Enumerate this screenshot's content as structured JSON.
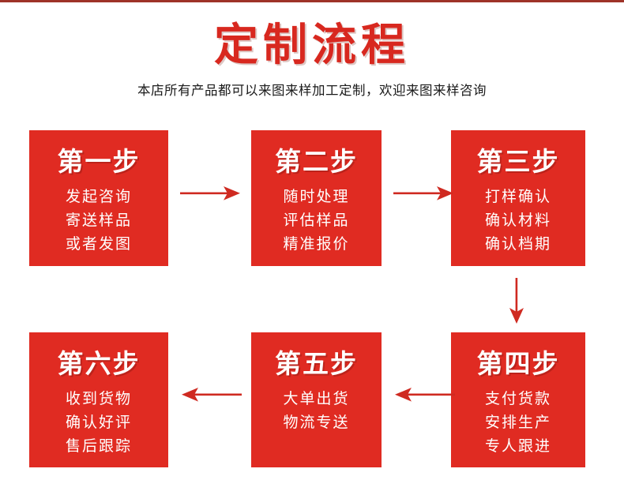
{
  "header": {
    "title": "定制流程",
    "subtitle": "本店所有产品都可以来图来样加工定制，欢迎来图来样咨询"
  },
  "colors": {
    "brand_red": "#e02b22",
    "title_red": "#d8281f",
    "arrow_red": "#cf2a21",
    "top_rule": "#9e3328",
    "background": "#ffffff",
    "text_on_red": "#ffffff"
  },
  "steps": [
    {
      "id": "step-1",
      "title": "第一步",
      "lines": [
        "发起咨询",
        "寄送样品",
        "或者发图"
      ]
    },
    {
      "id": "step-2",
      "title": "第二步",
      "lines": [
        "随时处理",
        "评估样品",
        "精准报价"
      ]
    },
    {
      "id": "step-3",
      "title": "第三步",
      "lines": [
        "打样确认",
        "确认材料",
        "确认档期"
      ]
    },
    {
      "id": "step-4",
      "title": "第四步",
      "lines": [
        "支付货款",
        "安排生产",
        "专人跟进"
      ]
    },
    {
      "id": "step-5",
      "title": "第五步",
      "lines": [
        "大单出货",
        "物流专送"
      ]
    },
    {
      "id": "step-6",
      "title": "第六步",
      "lines": [
        "收到货物",
        "确认好评",
        "售后跟踪"
      ]
    }
  ],
  "arrows": [
    {
      "id": "arrow-1-2",
      "direction": "right",
      "from": "step-1",
      "to": "step-2"
    },
    {
      "id": "arrow-2-3",
      "direction": "right",
      "from": "step-2",
      "to": "step-3"
    },
    {
      "id": "arrow-3-4",
      "direction": "down",
      "from": "step-3",
      "to": "step-4"
    },
    {
      "id": "arrow-4-5",
      "direction": "left",
      "from": "step-4",
      "to": "step-5"
    },
    {
      "id": "arrow-5-6",
      "direction": "left",
      "from": "step-5",
      "to": "step-6"
    }
  ]
}
